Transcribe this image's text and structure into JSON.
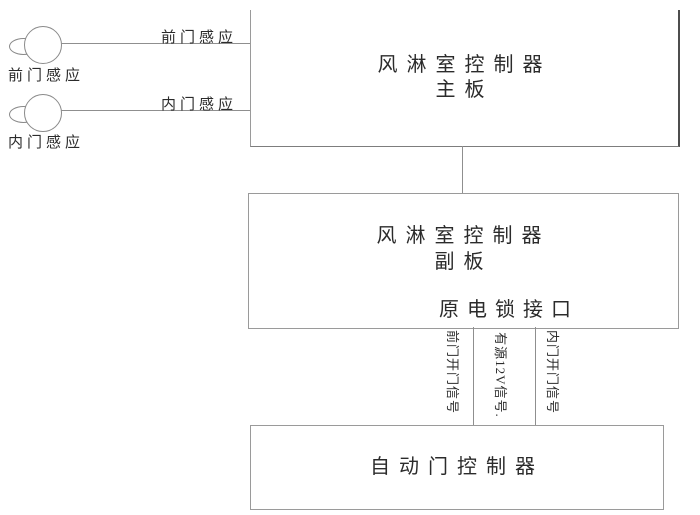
{
  "colors": {
    "wire_line": "#8f8f8f",
    "box_border": "#9a9a9a",
    "dark_border": "#4d4d4d",
    "text": "#2b2b2b",
    "background": "#ffffff"
  },
  "sensors": [
    {
      "caption": "前门感应",
      "line_label": "前门感应"
    },
    {
      "caption": "内门感应",
      "line_label": "内门感应"
    }
  ],
  "main_board": {
    "title_line1": "风淋室控制器",
    "title_line2": "主板"
  },
  "sub_board": {
    "title_line1": "风淋室控制器",
    "title_line2": "副板",
    "port_label": "原电锁接口"
  },
  "signal_labels": [
    "前门开门信号",
    "有源12V信号.",
    "内门开门信号"
  ],
  "door_controller": {
    "title": "自动门控制器"
  }
}
